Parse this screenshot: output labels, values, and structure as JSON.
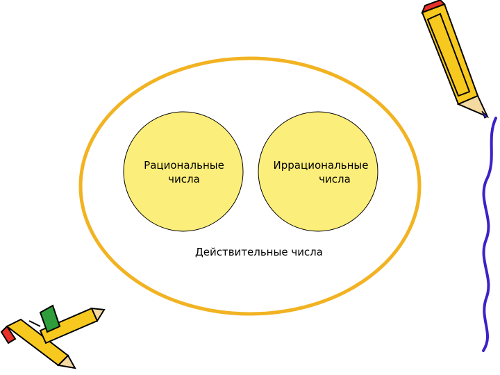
{
  "diagram": {
    "rational": {
      "line1": "Рациональные",
      "line2": "числа"
    },
    "irrational": {
      "line1": "Иррациональные",
      "line2": "числа"
    },
    "real": {
      "label": "Действительные числа"
    }
  },
  "colors": {
    "outer_ellipse_stroke": "#f2b323",
    "inner_fill": "#fcee7a",
    "inner_stroke": "#000000",
    "squiggle": "#3b22c8",
    "pencil_body": "#f7c81e",
    "pencil_outline": "#000000",
    "eraser_red": "#e8302a",
    "cap_green": "#2e9e3a"
  },
  "icons": {
    "top_right": "pencil-icon",
    "right_edge": "squiggle-line-icon",
    "bottom_left": "crossed-pencils-icon"
  }
}
